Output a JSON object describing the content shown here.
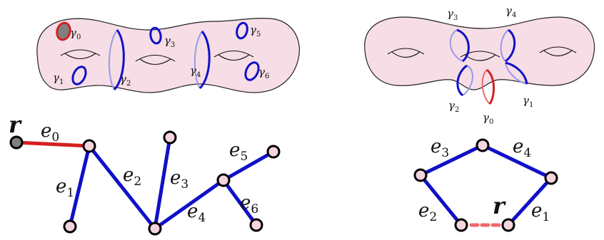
{
  "colors": {
    "surface_fill": "#f6dde6",
    "surface_stroke": "#222222",
    "curve_blue": "#1010c8",
    "curve_blue_back": "#9a9ae6",
    "curve_red": "#d42020",
    "curve_red_dashed": "#ee6a6a",
    "node_fill": "#f5d4de",
    "root_fill": "#808080",
    "node_stroke": "#000000"
  },
  "left_surface": {
    "curves": [
      {
        "base": "γ",
        "sub": "0"
      },
      {
        "base": "γ",
        "sub": "1"
      },
      {
        "base": "γ",
        "sub": "2"
      },
      {
        "base": "γ",
        "sub": "3"
      },
      {
        "base": "γ",
        "sub": "4"
      },
      {
        "base": "γ",
        "sub": "5"
      },
      {
        "base": "γ",
        "sub": "6"
      }
    ]
  },
  "right_surface": {
    "curves": [
      {
        "base": "γ",
        "sub": "3"
      },
      {
        "base": "γ",
        "sub": "4"
      },
      {
        "base": "γ",
        "sub": "2"
      },
      {
        "base": "γ",
        "sub": "0"
      },
      {
        "base": "γ",
        "sub": "1"
      }
    ]
  },
  "left_tree": {
    "root_label": "r",
    "edges": [
      {
        "base": "e",
        "sub": "0"
      },
      {
        "base": "e",
        "sub": "1"
      },
      {
        "base": "e",
        "sub": "2"
      },
      {
        "base": "e",
        "sub": "3"
      },
      {
        "base": "e",
        "sub": "4"
      },
      {
        "base": "e",
        "sub": "5"
      },
      {
        "base": "e",
        "sub": "6"
      }
    ]
  },
  "right_graph": {
    "root_label": "r",
    "edges": [
      {
        "base": "e",
        "sub": "3"
      },
      {
        "base": "e",
        "sub": "4"
      },
      {
        "base": "e",
        "sub": "2"
      },
      {
        "base": "e",
        "sub": "1"
      }
    ]
  }
}
